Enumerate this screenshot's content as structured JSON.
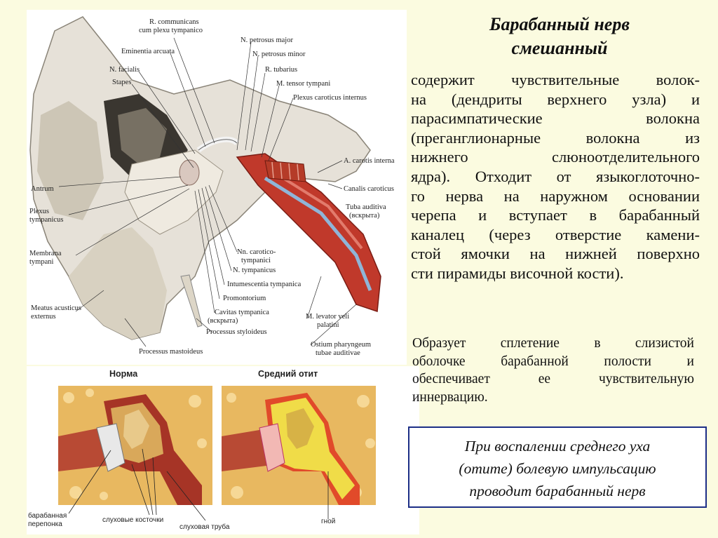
{
  "title": {
    "line1": "Барабанный нерв",
    "line2": "смешанный"
  },
  "paragraph1": [
    "содержит чувствительные волок-",
    "на (дендриты  верхнего  узла) и",
    "парасимпатические         волокна",
    " (преганглионарные  волокна  из",
    "нижнего      слюноотделительного",
    "ядра). Отходит от языкоглоточно-",
    "го нерва на наружном основании",
    "черепа и вступает  в  барабанный",
    "каналец (через отверстие камени-",
    "стой ямочки на нижней поверхно",
    "сти  пирамиды  височной кости)."
  ],
  "paragraph2": [
    "Образует сплетение  в  слизистой",
    "оболочке  барабанной  полости  и",
    "обеспечивает  ее  чувствительную",
    "иннервацию."
  ],
  "highlight_box": [
    "При воспалении среднего уха",
    "(отите) болевую импульсацию",
    "проводит барабанный нерв"
  ],
  "anatomy_labels": {
    "r_communicans_1": "R. communicans",
    "r_communicans_2": "cum plexu tympanico",
    "eminentia_arcuata": "Eminentia arcuata",
    "n_facialis": "N. facialis",
    "stapes": "Stapes",
    "n_petrosus_major": "N. petrosus major",
    "n_petrosus_minor": "N. petrosus minor",
    "r_tubarius": "R. tubarius",
    "m_tensor_tympani": "M. tensor tympani",
    "plexus_caroticus": "Plexus caroticus internus",
    "a_carotis_interna": "A. carotis interna",
    "canalis_caroticus": "Canalis caroticus",
    "tuba_auditiva": "Tuba auditiva",
    "tuba_auditiva_open": "(вскрыта)",
    "antrum": "Antrum",
    "plexus_tympanicus_1": "Plexus",
    "plexus_tympanicus_2": "tympanicus",
    "membrana_tympani_1": "Membrana",
    "membrana_tympani_2": "tympani",
    "nn_caroticotympanici_1": "Nn. carotico-",
    "nn_caroticotympanici_2": "tympanici",
    "n_tympanicus": "N. tympanicus",
    "intumescentia": "Intumescentia tympanica",
    "promontorium": "Promontorium",
    "cavitas_tympanica": "Cavitas tympanica",
    "cavitas_tympanica_open": "(вскрыта)",
    "processus_styloideus": "Processus styloideus",
    "m_levator_1": "M. levator veli",
    "m_levator_2": "palatini",
    "meatus_1": "Meatus acusticus",
    "meatus_2": "externus",
    "ostium_1": "Ostium pharyngeum",
    "ostium_2": "tubae auditivae",
    "processus_mastoideus": "Processus mastoideus"
  },
  "lower_captions": {
    "norma": "Норма",
    "otitis": "Средний отит",
    "baraban_1": "барабанная",
    "baraban_2": "перепонка",
    "kostochki": "слуховые косточки",
    "truba": "слуховая труба",
    "gnoy": "гной"
  },
  "colors": {
    "background": "#fbfbe0",
    "box_border": "#1c2e86",
    "muscle_red": "#c0392b",
    "bone_beige": "#e9e1cf",
    "pus_yellow": "#e9d24a"
  }
}
